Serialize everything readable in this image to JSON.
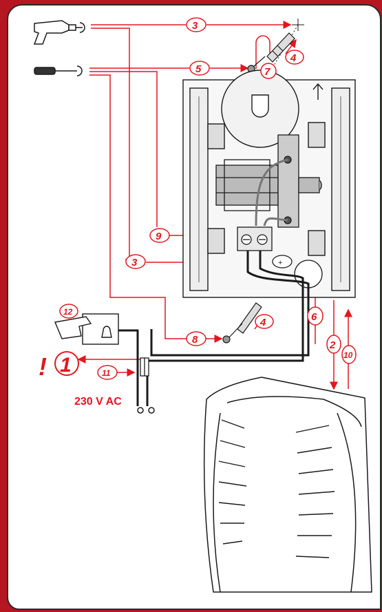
{
  "colors": {
    "accent": "#e3161f",
    "frame": "#b5161f",
    "line": "#1a1a1a"
  },
  "warning_mark": "!",
  "voltage_label": "230 V AC",
  "steps": {
    "s1": "1",
    "s2": "2",
    "s3a": "3",
    "s3b": "3",
    "s4a": "4",
    "s4b": "4",
    "s5": "5",
    "s6": "6",
    "s7": "7",
    "s8": "8",
    "s9": "9",
    "s10": "10",
    "s11": "11",
    "s12": "12"
  },
  "icons": [
    "drill-icon",
    "screwdriver-icon",
    "bell-push-button-icon",
    "wall-plug-icon",
    "screw-icon",
    "fuse-icon",
    "transformer-icon",
    "chime-cover-icon"
  ]
}
